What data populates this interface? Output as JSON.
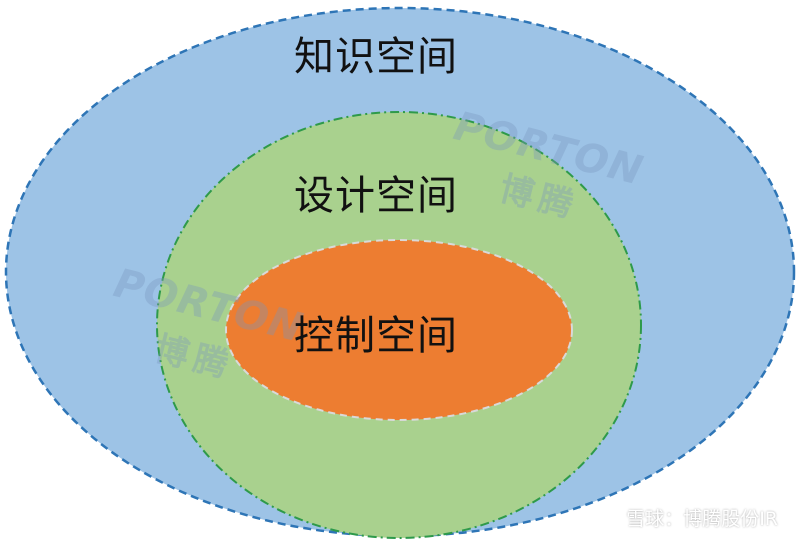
{
  "diagram": {
    "outer_label": "知识空间",
    "middle_label": "设计空间",
    "inner_label": "控制空间"
  },
  "colors": {
    "outer_fill": "#9dc3e6",
    "outer_stroke": "#2e75b6",
    "middle_fill": "#a9d18e",
    "middle_stroke": "#2e9a4a",
    "inner_fill": "#ed7d31",
    "inner_stroke": "#d9d9d9"
  },
  "watermark": {
    "brand_latin": "PORTON",
    "brand_cjk": "博腾"
  },
  "footer": {
    "icon": "snowball-icon",
    "text": "雪球：博腾股份IR"
  }
}
